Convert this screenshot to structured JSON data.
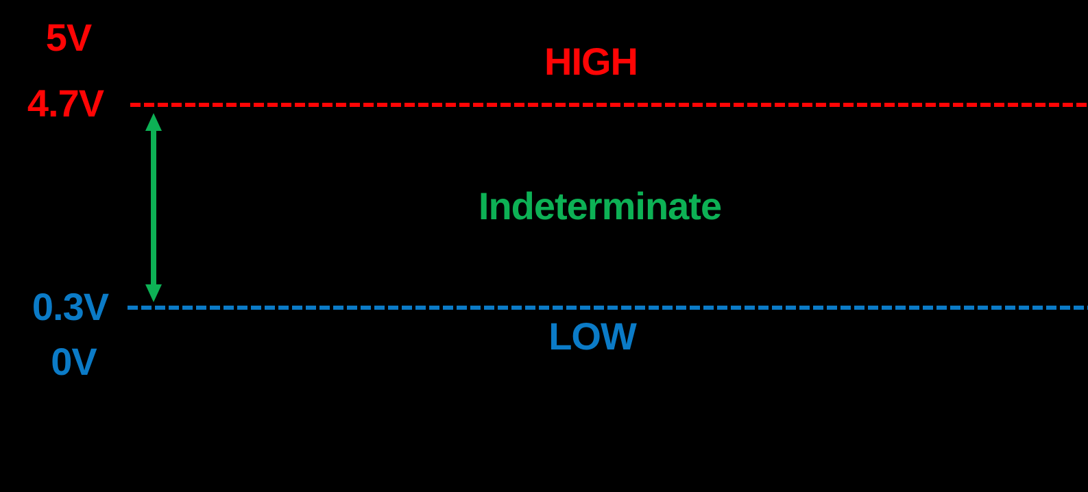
{
  "diagram": {
    "background_color": "#000000",
    "voltage_labels": {
      "supply": "5V",
      "high_threshold": "4.7V",
      "low_threshold": "0.3V",
      "ground": "0V"
    },
    "regions": {
      "high": {
        "label": "HIGH",
        "color": "#ff0505"
      },
      "indeterminate": {
        "label": "Indeterminate",
        "color": "#0db155"
      },
      "low": {
        "label": "LOW",
        "color": "#0b7bc7"
      }
    },
    "lines": {
      "high_threshold": {
        "style": "dashed",
        "color": "#ff0505",
        "value": "4.7V"
      },
      "low_threshold": {
        "style": "dashed",
        "color": "#0b7bc7",
        "value": "0.3V"
      }
    },
    "arrow": {
      "color": "#0db155",
      "direction": "vertical-double"
    }
  }
}
